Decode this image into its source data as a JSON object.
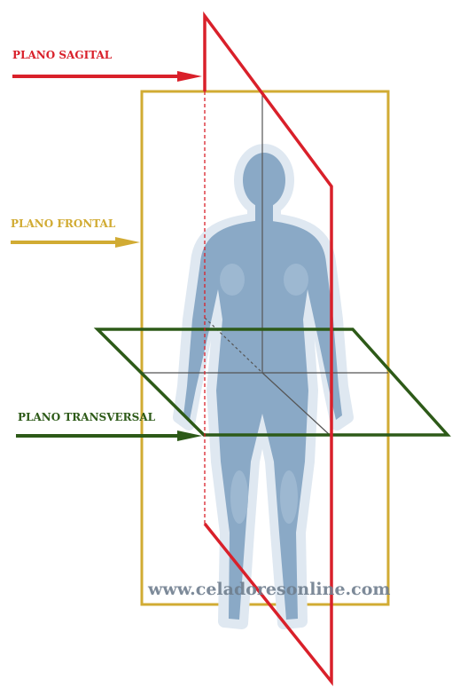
{
  "labels": {
    "sagital": "PLANO SAGITAL",
    "frontal": "PLANO FRONTAL",
    "transversal": "PLANO TRANSVERSAL"
  },
  "watermark": "www.celadoresonline.com",
  "colors": {
    "sagital": "#d9202a",
    "frontal": "#d1ab33",
    "transversal": "#2d5a18",
    "body_fill": "#8aa9c6",
    "body_halo": "#dfe8f1",
    "axis": "#555555",
    "watermark": "#6f7e8e"
  }
}
